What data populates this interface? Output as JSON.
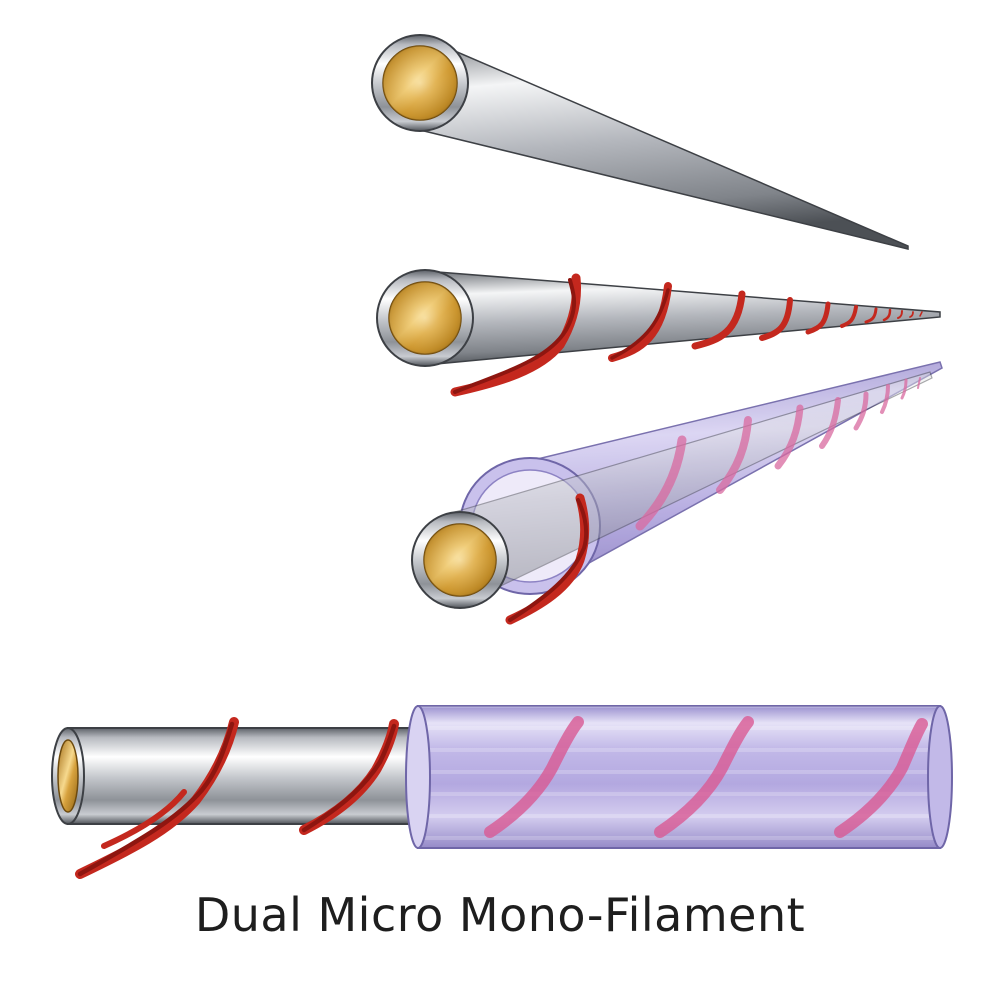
{
  "caption": "Dual Micro Mono-Filament",
  "colors": {
    "conductor": "#d9a536",
    "sheath": "#b9bcc2",
    "filament": "#c4281e",
    "insulation": "#b8aee0"
  },
  "stages": [
    {
      "name": "bare-conductor",
      "parts": [
        "gold-core",
        "silver-sheath"
      ]
    },
    {
      "name": "wrapped-conductor",
      "parts": [
        "gold-core",
        "silver-sheath",
        "twisted-red-filament"
      ]
    },
    {
      "name": "insulated-conductor",
      "parts": [
        "gold-core",
        "silver-sheath",
        "twisted-red-filament",
        "violet-insulation-tube"
      ]
    },
    {
      "name": "cable-cross-section",
      "parts": [
        "gold-core",
        "silver-sheath",
        "twisted-red-filament",
        "violet-insulation-tube"
      ]
    }
  ]
}
